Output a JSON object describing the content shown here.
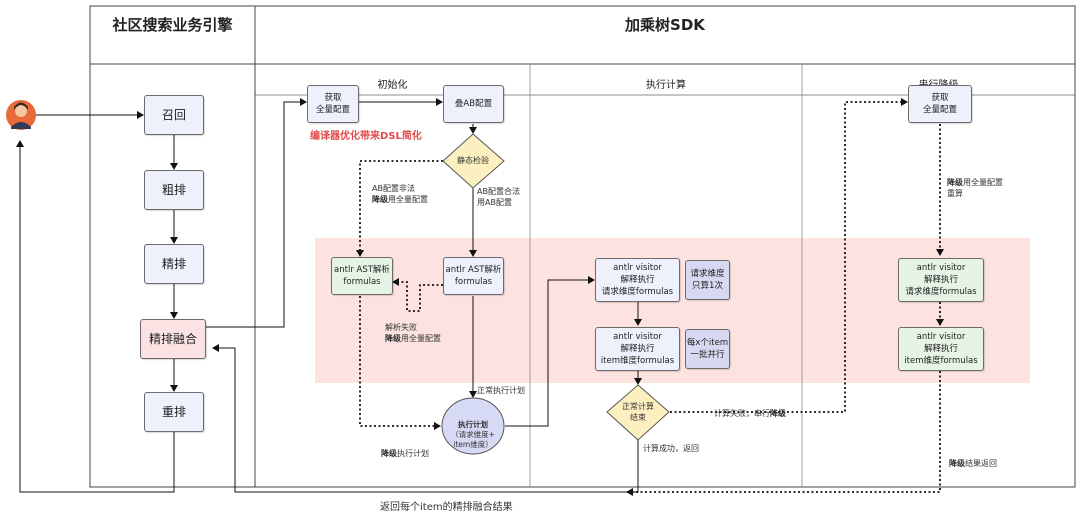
{
  "colors": {
    "box_fill": "#eef0fb",
    "box_green": "#e6f4e6",
    "box_purple": "#d8d8f2",
    "diamond_fill": "#fdf0c0",
    "circle_fill": "#d7daf5",
    "fusion_fill": "#fce3e3",
    "highlight_band": "#fde3e0",
    "red_text": "#e04b4b"
  },
  "lanes": {
    "engine_title": "社区搜索业务引擎",
    "sdk_title": "加乘树SDK",
    "phase_init": "初始化",
    "phase_exec": "执行计算",
    "phase_fallback": "串行降级"
  },
  "engine": {
    "recall": "召回",
    "coarse": "粗排",
    "fine": "精排",
    "fusion": "精排融合",
    "rerank": "重排"
  },
  "init": {
    "fetch_config": "获取\n全量配置",
    "overlay_ab": "叠AB配置",
    "compiler_note": "编译器优化带来DSL简化",
    "static_check": "静态检验",
    "ab_invalid_line1": "AB配置非法",
    "ab_invalid_strong": "降级",
    "ab_invalid_rest": "用全量配置",
    "ab_valid": "AB配置合法\n用AB配置",
    "parse_left": "antlr AST解析\nformulas",
    "parse_right": "antlr AST解析\nformulas",
    "parse_fail_line1": "解析失败",
    "parse_fail_strong": "降级",
    "parse_fail_rest": "用全量配置",
    "normal_plan": "正常执行计划",
    "fallback_plan_strong": "降级",
    "fallback_plan_rest": "执行计划",
    "exec_plan_title": "执行计划",
    "exec_plan_sub": "（请求维度+\nitem维度）"
  },
  "exec": {
    "visitor_request": "antlr visitor\n解释执行\n请求维度formulas",
    "request_note": "请求维度\n只算1次",
    "visitor_item": "antlr visitor\n解释执行\nitem维度formulas",
    "item_note": "每x个item\n一批并行",
    "normal_done": "正常计算\n结束",
    "fail_text": "计算失败，串行",
    "fail_strong": "降级",
    "success_text": "计算成功，返回"
  },
  "fallback": {
    "fetch_config": "获取\n全量配置",
    "recompute_strong": "降级",
    "recompute_rest": "用全量配置\n重算",
    "visitor_request": "antlr visitor\n解释执行\n请求维度formulas",
    "visitor_item": "antlr visitor\n解释执行\nitem维度formulas",
    "result_strong": "降级",
    "result_rest": "结果返回"
  },
  "bottom_caption": "返回每个item的精排融合结果"
}
